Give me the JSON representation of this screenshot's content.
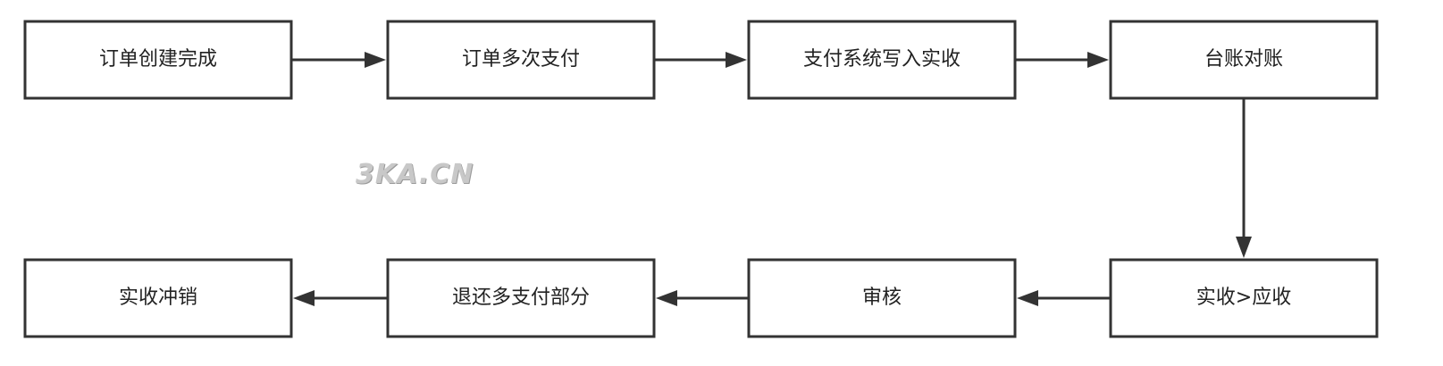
{
  "diagram": {
    "nodes": {
      "order_created": "订单创建完成",
      "multi_payment": "订单多次支付",
      "payment_write": "支付系统写入实收",
      "ledger_reconcile": "台账对账",
      "received_gt_receivable": "实收>应收",
      "review": "审核",
      "refund_overpay": "退还多支付部分",
      "writeoff": "实收冲销"
    },
    "edges": [
      [
        "order_created",
        "multi_payment"
      ],
      [
        "multi_payment",
        "payment_write"
      ],
      [
        "payment_write",
        "ledger_reconcile"
      ],
      [
        "ledger_reconcile",
        "received_gt_receivable"
      ],
      [
        "received_gt_receivable",
        "review"
      ],
      [
        "review",
        "refund_overpay"
      ],
      [
        "refund_overpay",
        "writeoff"
      ]
    ]
  },
  "watermark": "3KA.CN"
}
